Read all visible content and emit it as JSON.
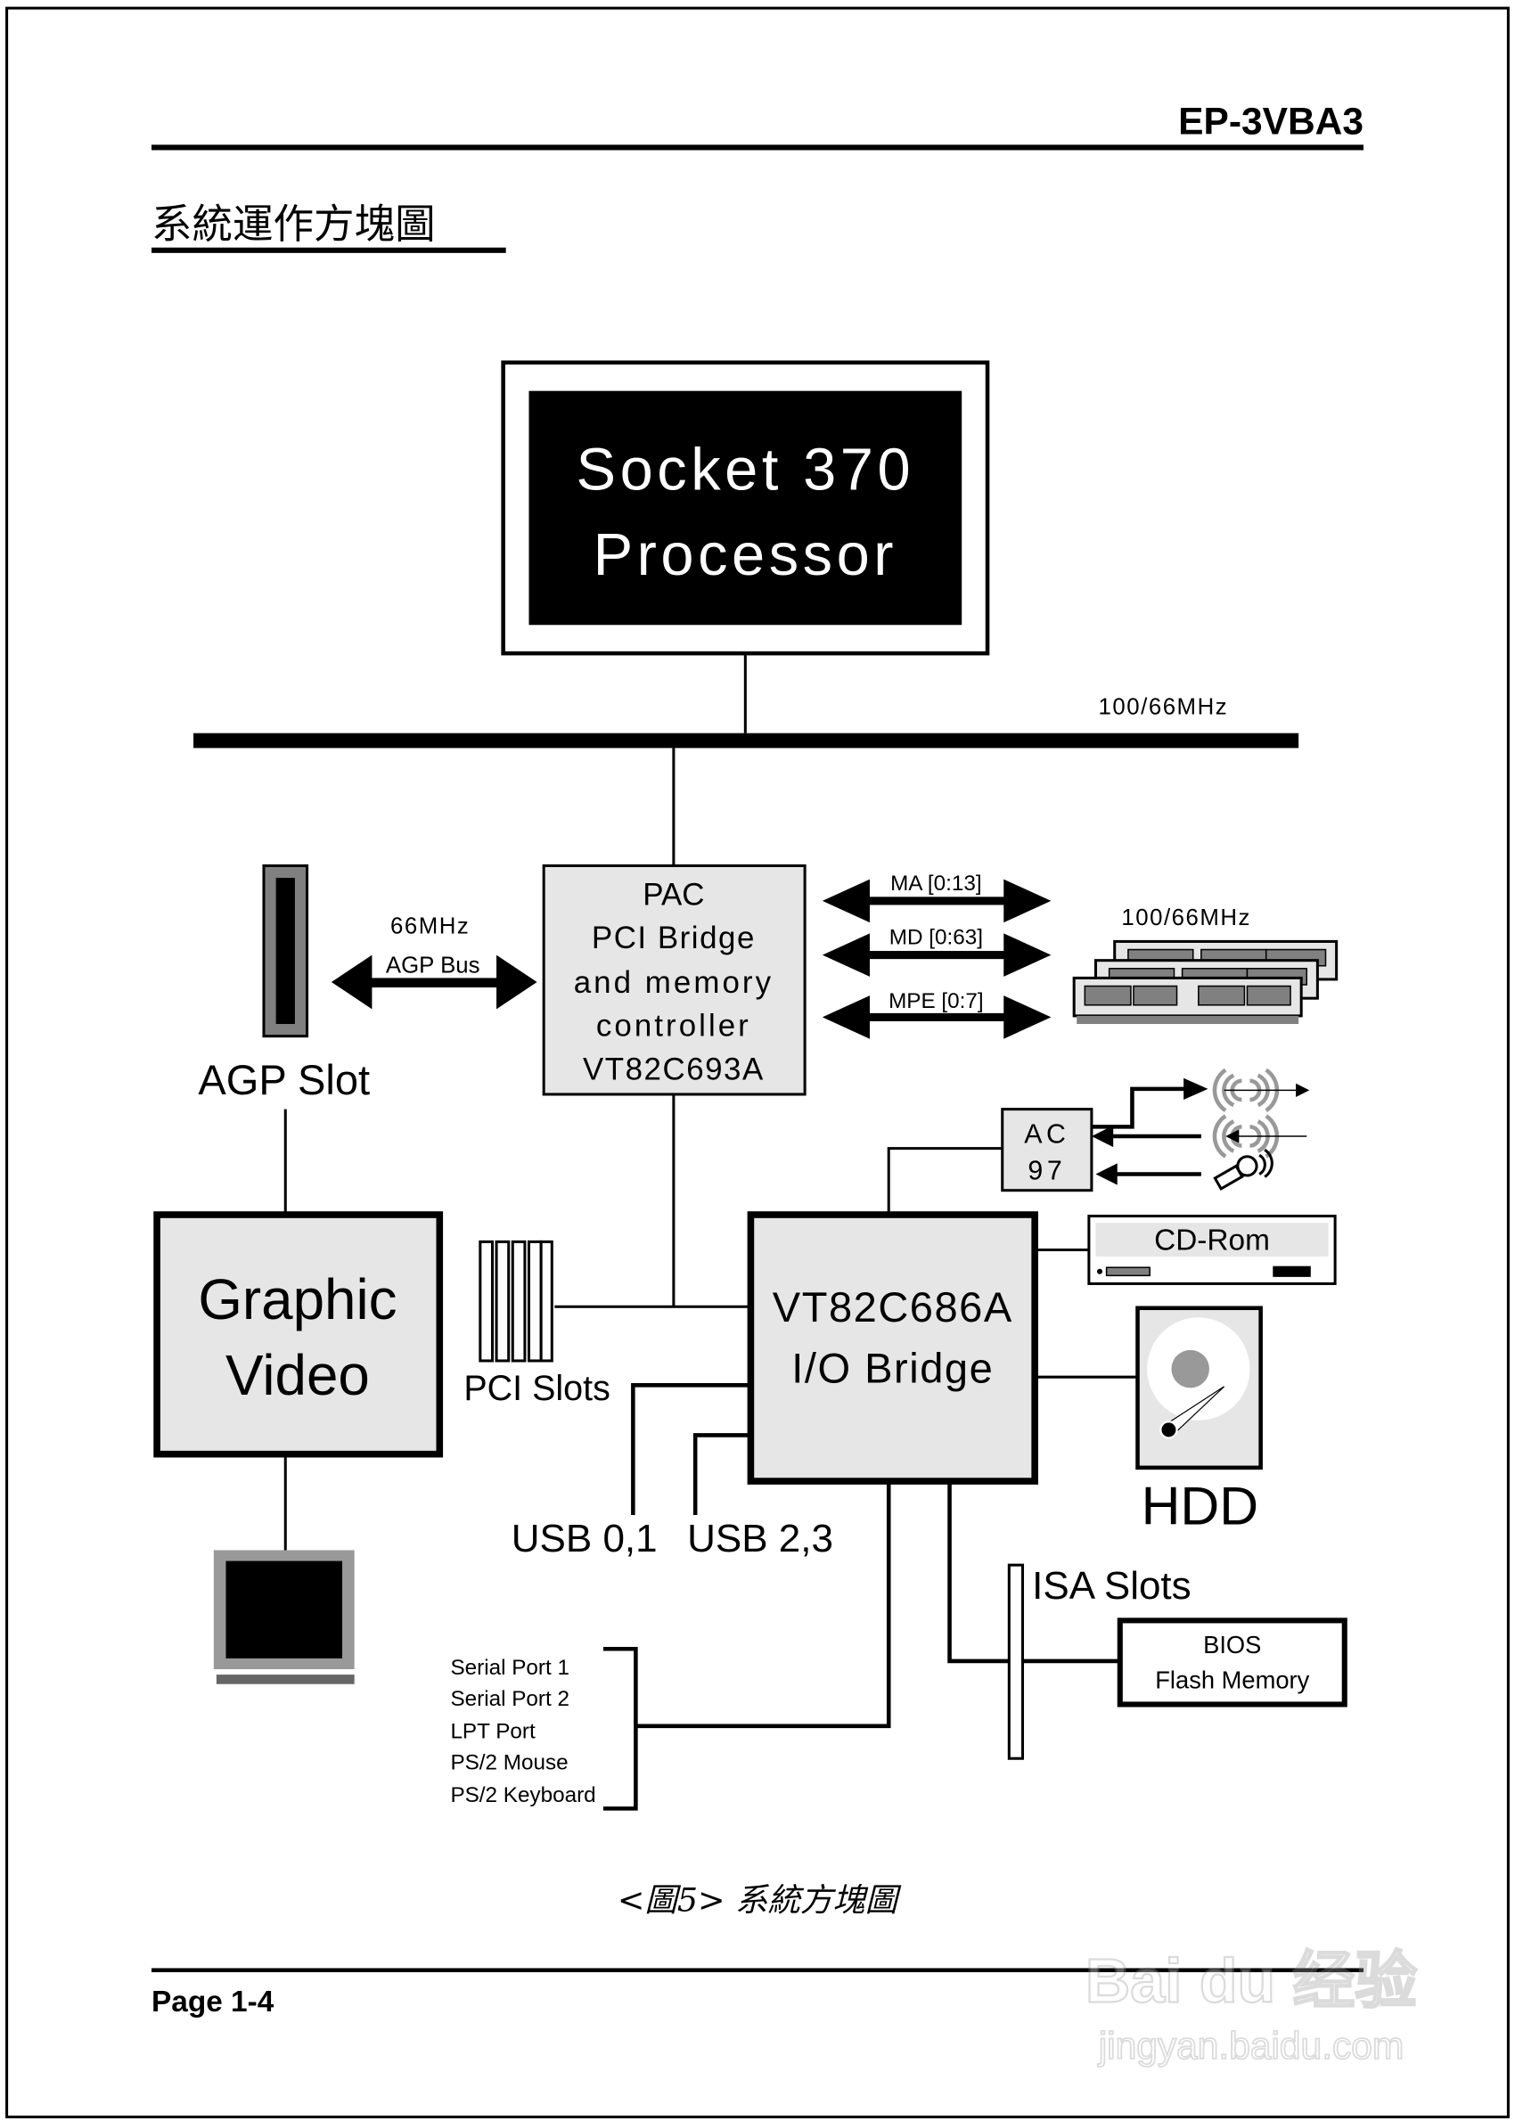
{
  "header": {
    "model": "EP-3VBA3",
    "section_title": "系統運作方塊圖"
  },
  "diagram": {
    "processor": {
      "line1": "Socket 370",
      "line2": "Processor"
    },
    "host_bus_speed": "100/66MHz",
    "agp": {
      "speed": "66MHz",
      "bus": "AGP Bus",
      "slot_label": "AGP Slot"
    },
    "north_bridge": {
      "lines": [
        "PAC",
        "PCI Bridge",
        "and memory",
        "controller",
        "VT82C693A"
      ]
    },
    "memory_signals": [
      "MA [0:13]",
      "MD [0:63]",
      "MPE [0:7]"
    ],
    "memory_speed": "100/66MHz",
    "ac97": {
      "line1": "AC",
      "line2": "97"
    },
    "cdrom_label": "CD-Rom",
    "graphic": {
      "line1": "Graphic",
      "line2": "Video"
    },
    "pci_slots_label": "PCI Slots",
    "south_bridge": {
      "line1": "VT82C686A",
      "line2": "I/O Bridge"
    },
    "hdd_label": "HDD",
    "usb": [
      "USB 0,1",
      "USB 2,3"
    ],
    "isa_slots_label": "ISA Slots",
    "bios": {
      "line1": "BIOS",
      "line2": "Flash Memory"
    },
    "io_ports": [
      "Serial Port 1",
      "Serial Port 2",
      "LPT Port",
      "PS/2 Mouse",
      "PS/2 Keyboard"
    ]
  },
  "caption": "<圖5>  系統方塊圖",
  "footer": {
    "page": "Page 1-4"
  },
  "watermark": {
    "brand": "Bai du 经验",
    "url": "jingyan.baidu.com"
  }
}
